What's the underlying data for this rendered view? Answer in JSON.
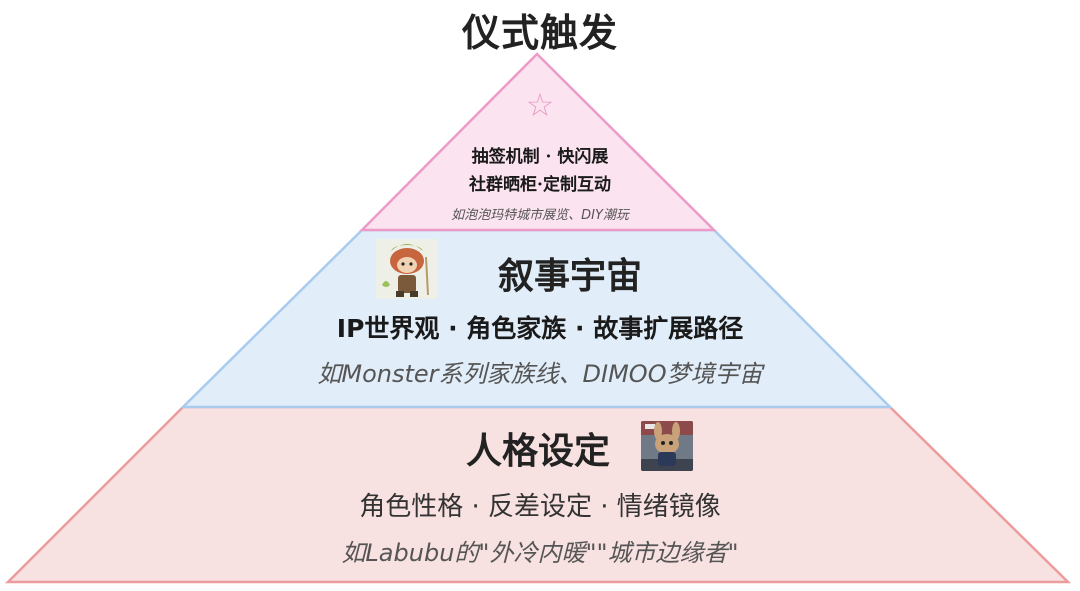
{
  "title": "仪式触发",
  "colors": {
    "tier1_fill": "#fbe3ef",
    "tier1_stroke": "#ec9bc9",
    "tier2_fill": "#e1edf9",
    "tier2_stroke": "#a9cbee",
    "tier3_fill": "#f8e1e1",
    "tier3_stroke": "#ec9c9c"
  },
  "tiers": [
    {
      "icon": "star-icon",
      "lines": [
        "抽签机制 · 快闪展",
        "社群晒柜·定制互动"
      ],
      "example": "如泡泡玛特城市展览、DIY潮玩"
    },
    {
      "heading": "叙事宇宙",
      "line": "IP世界观 · 角色家族 · 故事扩展路径",
      "example": "如Monster系列家族线、DIMOO梦境宇宙"
    },
    {
      "heading": "人格设定",
      "line": "角色性格 · 反差设定 · 情绪镜像",
      "example": "如Labubu的\"外冷内暖\"\"城市边缘者\""
    }
  ]
}
